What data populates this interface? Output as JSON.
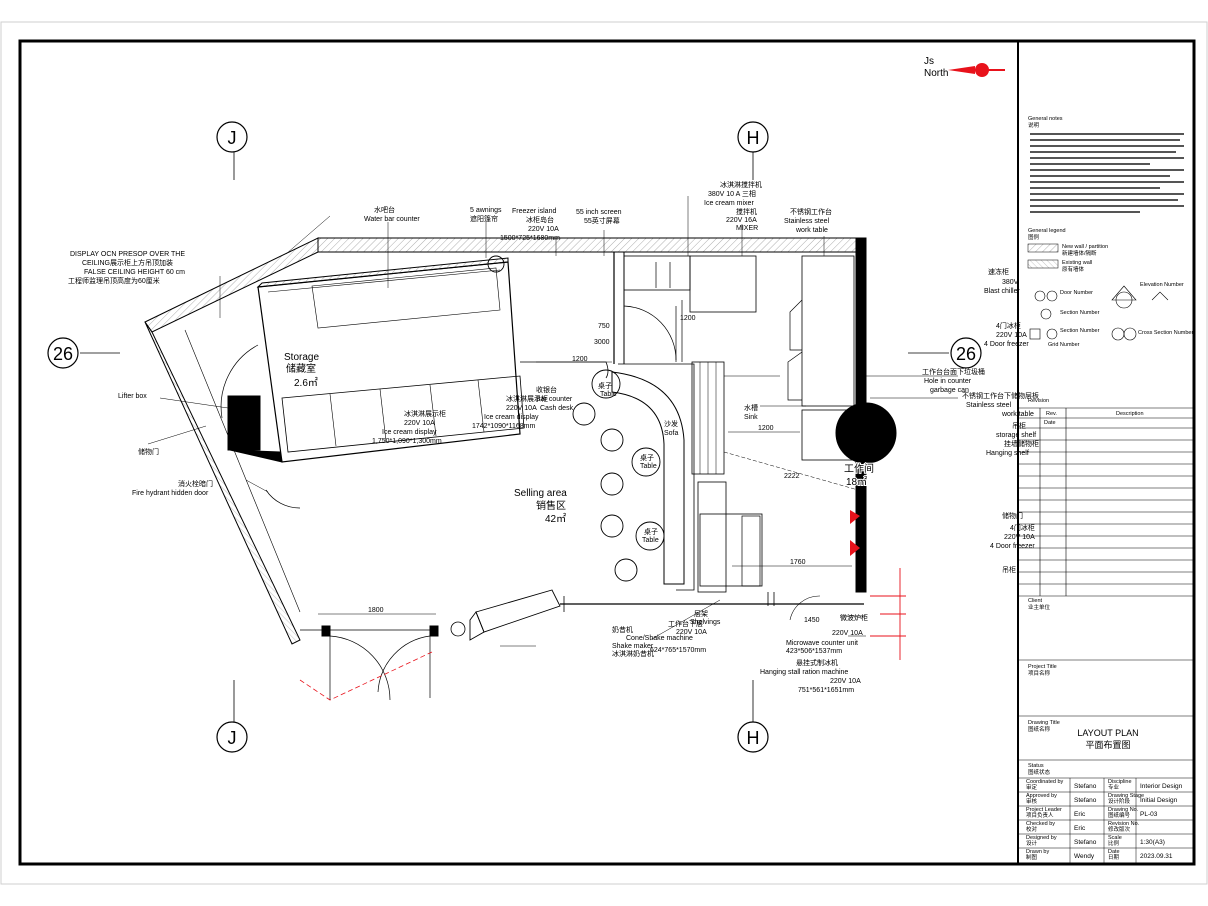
{
  "north": {
    "label_top": "Js",
    "label": "North"
  },
  "grid_labels": {
    "left_top": "J",
    "left_bottom": "J",
    "right_top": "H",
    "right_bottom": "H",
    "row_left": "26",
    "row_right": "26"
  },
  "rooms": {
    "storage": {
      "en": "Storage",
      "zh": "储藏室",
      "area": "2.6㎡"
    },
    "selling": {
      "en": "Selling area",
      "zh": "销售区",
      "area": "42㎡"
    },
    "work": {
      "zh": "工作间",
      "area": "18㎡"
    }
  },
  "callouts": {
    "display_ceiling": [
      "DISPLAY OCN PRESOP OVER THE",
      "CEILING展示柜上方吊顶加装",
      "FALSE CEILING HEIGHT 60 cm",
      "工程师监理吊顶高度为60厘米"
    ],
    "water_bar": [
      "水吧台",
      "Water bar counter"
    ],
    "awnings": [
      "5 awnings",
      "遮阳篷帘"
    ],
    "freezer_island": [
      "Freezer island",
      "冰柜岛台",
      "220V 10A",
      "1500*725*1680mm"
    ],
    "screen": [
      "55 inch screen",
      "55英寸屏幕"
    ],
    "mixer": [
      "冰淇淋搅拌机",
      "380V 10 A 三相",
      "Ice cream mixer"
    ],
    "mixer2": [
      "搅拌机",
      "220V 16A",
      "MIXER"
    ],
    "steel_table": [
      "不锈钢工作台",
      "Stainless steel",
      "work table"
    ],
    "blast_chiller": [
      "速冻柜",
      "380V",
      "Blast chiller"
    ],
    "freezer_4door": [
      "4门冰柜",
      "220V 10A",
      "4 Door freezer"
    ],
    "garbage": [
      "工作台台面下垃圾桶",
      "Hole in counter",
      "garbage can"
    ],
    "storage_shelf": [
      "不锈钢工作台下储物层板",
      "Stainless steel",
      "work table"
    ],
    "hanging_shelf": [
      "吊柜",
      "storage shelf",
      "挂墙储物柜",
      "Hanging shelf"
    ],
    "freezer_4door_b": [
      "4门冰柜",
      "220V 10A",
      "4 Door freezer"
    ],
    "hanging_shelf_b": [
      "吊柜"
    ],
    "lifter_box": [
      "Lifter box"
    ],
    "store_door": [
      "储物门"
    ],
    "fire_door": [
      "消火栓暗门",
      "Fire hydrant hidden door"
    ],
    "ice_display": [
      "冰淇淋展示柜",
      "220V 10A",
      "Ice cream display",
      "1,750*1,090*1,300mm"
    ],
    "ice_display_b": [
      "冰淇淋展示柜",
      "220V 10A",
      "Ice cream display",
      "1742*1090*1168mm"
    ],
    "cash_desk": [
      "收银台",
      "Bar counter",
      "Cash desk"
    ],
    "table_top": [
      "桌子",
      "Table"
    ],
    "sofa": [
      "沙发",
      "Sofa"
    ],
    "table_mid": [
      "桌子",
      "Table"
    ],
    "table_bot": [
      "桌子",
      "Table"
    ],
    "sink": [
      "水槽",
      "Sink"
    ],
    "shelving": [
      "层架",
      "Shelvings"
    ],
    "shake_machine": [
      "奶昔机",
      "Cone/Shake machine",
      "Shake maker",
      "冰淇淋奶昔机"
    ],
    "work_counter": [
      "工作台下层",
      "220V 10A",
      "624*765*1570mm"
    ],
    "microwave": [
      "微波炉柜",
      "220V 10A",
      "Microwave counter unit",
      "423*506*1537mm"
    ],
    "hanging_stall": [
      "悬挂式制冰机",
      "Hanging stall ration machine",
      "220V 10A",
      "751*561*1651mm"
    ],
    "dim_1800": "1800",
    "dim_1200a": "1200",
    "dim_1200b": "1200",
    "dim_1760": "1760",
    "dim_1200c": "1200",
    "dim_750": "750",
    "dim_3000": "3000",
    "dim_2222": "2222",
    "dim_1450": "1450"
  },
  "title_block": {
    "general_notes_label": "General notes",
    "general_notes_zh": "说明",
    "legend_label": "General legend",
    "legend_zh": "图例",
    "legend_items": [
      "New wall / partition",
      "新建墙体/隔断",
      "Existing wall",
      "原有墙体"
    ],
    "symbols": [
      "Door Number",
      "Section Number",
      "Section Number",
      "Elevation Number",
      "Grid Number",
      "Cross Section Number"
    ],
    "revision_label": "Revision",
    "revision_cols": [
      "Rev.",
      "Date",
      "Description"
    ],
    "client_label": "Client",
    "client_zh": "业主单位",
    "project_label": "Project Title",
    "project_zh": "项目名称",
    "drawing_title_label": "Drawing Title",
    "drawing_title_zh": "图纸名称",
    "drawing_title": "LAYOUT PLAN",
    "drawing_title_cn": "平面布置图",
    "status_label": "Status",
    "status_zh": "图纸状态",
    "rows": [
      [
        "Coordinated by",
        "审定",
        "Stefano",
        "Discipline",
        "专业",
        "Interior Design"
      ],
      [
        "Approved by",
        "审核",
        "Stefano",
        "Drawing Stage",
        "设计阶段",
        "Initial Design"
      ],
      [
        "Project Leader",
        "项目负责人",
        "Eric",
        "Drawing No.",
        "图纸编号",
        "PL-03"
      ],
      [
        "Checked by",
        "校对",
        "Eric",
        "Revision No.",
        "修改版次",
        ""
      ],
      [
        "Designed by",
        "设计",
        "Stefano",
        "Scale",
        "比例",
        "1:30(A3)"
      ],
      [
        "Drawn by",
        "制图",
        "Wendy",
        "Date",
        "日期",
        "2023.09.31"
      ]
    ],
    "notes_lines": 16
  },
  "colors": {
    "red": "#e8121b",
    "hatch": "#8c8c8c",
    "line": "#000000"
  }
}
